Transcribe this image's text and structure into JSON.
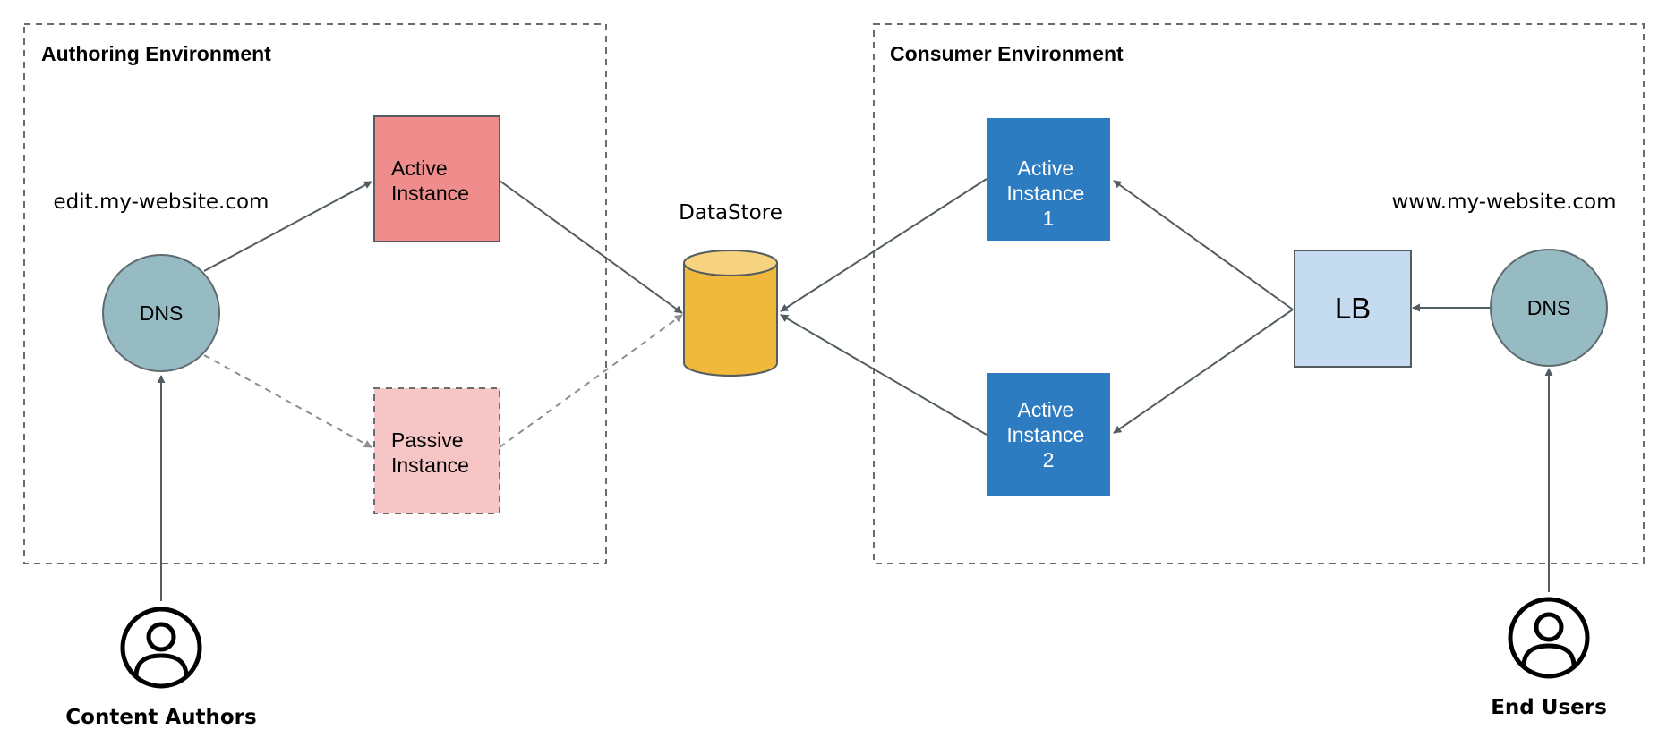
{
  "authoring": {
    "title": "Authoring Environment",
    "domain": "edit.my-website.com",
    "dns_label": "DNS",
    "active_line1": "Active",
    "active_line2": "Instance",
    "passive_line1": "Passive",
    "passive_line2": "Instance",
    "actor_label": "Content Authors"
  },
  "datastore": {
    "label": "DataStore"
  },
  "consumer": {
    "title": "Consumer Environment",
    "domain": "www.my-website.com",
    "dns_label": "DNS",
    "lb_label": "LB",
    "instance1": {
      "line1": "Active",
      "line2": "Instance",
      "line3": "1"
    },
    "instance2": {
      "line1": "Active",
      "line2": "Instance",
      "line3": "2"
    },
    "actor_label": "End Users"
  },
  "colors": {
    "dns_fill": "#97bbc2",
    "active_author_fill": "#ef8c8c",
    "passive_author_fill": "#f6c5c5",
    "consumer_instance_fill": "#2d7bc0",
    "lb_fill": "#c5dcf0",
    "datastore_body": "#f1b93c",
    "datastore_top": "#f7d27f",
    "arrow": "#535c61",
    "dashed_border": "#6b6b6b"
  }
}
